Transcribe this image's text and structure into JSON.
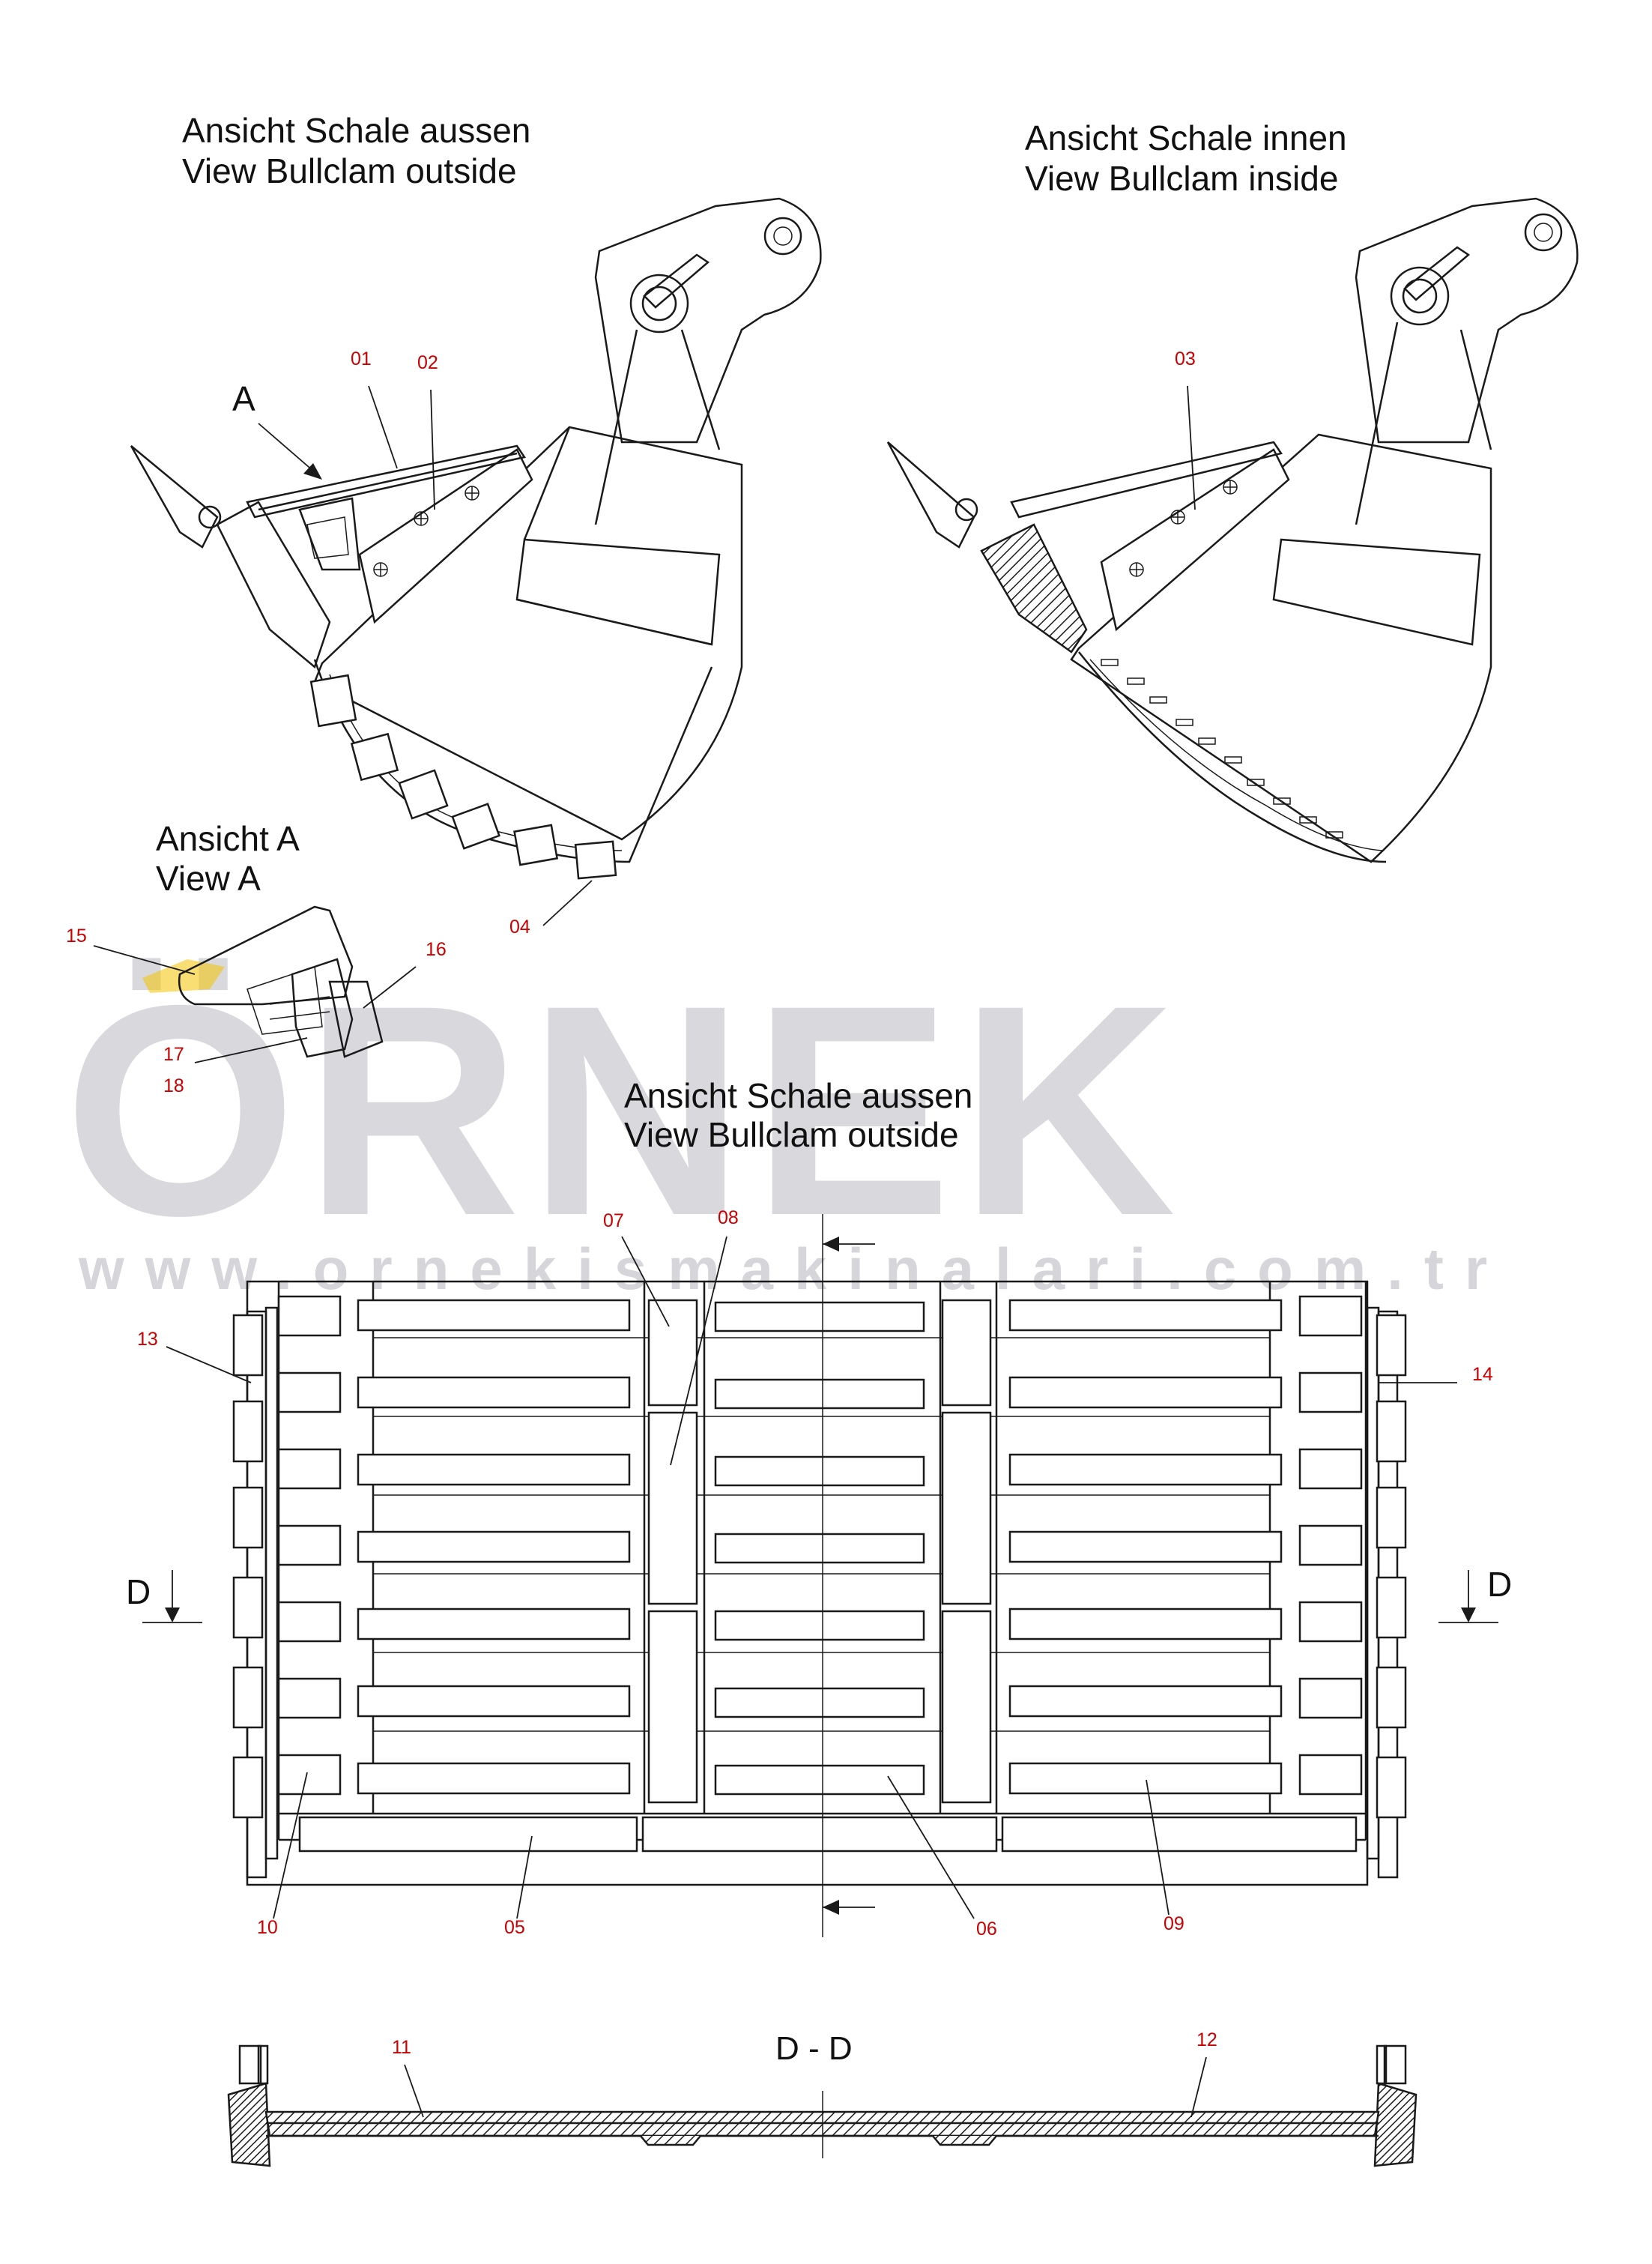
{
  "watermark": {
    "brand": "ÖRNEK",
    "url": "www.ornekismakinalari.com.tr"
  },
  "views": {
    "outside_top": {
      "title_de": "Ansicht Schale aussen",
      "title_en": "View Bullclam outside"
    },
    "inside_top": {
      "title_de": "Ansicht Schale innen",
      "title_en": "View Bullclam inside"
    },
    "view_a": {
      "title_de": "Ansicht A",
      "title_en": "View A",
      "arrow_label": "A"
    },
    "outside_plan": {
      "title_de": "Ansicht Schale aussen",
      "title_en": "View Bullclam outside"
    },
    "section": {
      "label": "D - D",
      "cut_left": "D",
      "cut_right": "D"
    }
  },
  "callouts": {
    "c01": "01",
    "c02": "02",
    "c03": "03",
    "c04": "04",
    "c05": "05",
    "c06": "06",
    "c07": "07",
    "c08": "08",
    "c09": "09",
    "c10": "10",
    "c11": "11",
    "c12": "12",
    "c13": "13",
    "c14": "14",
    "c15": "15",
    "c16": "16",
    "c17": "17",
    "c18": "18"
  },
  "colors": {
    "callout": "#cc0000",
    "line": "#1a1a1a",
    "watermark": "#d9d9dd",
    "accent_hatch": "#f2c200"
  }
}
